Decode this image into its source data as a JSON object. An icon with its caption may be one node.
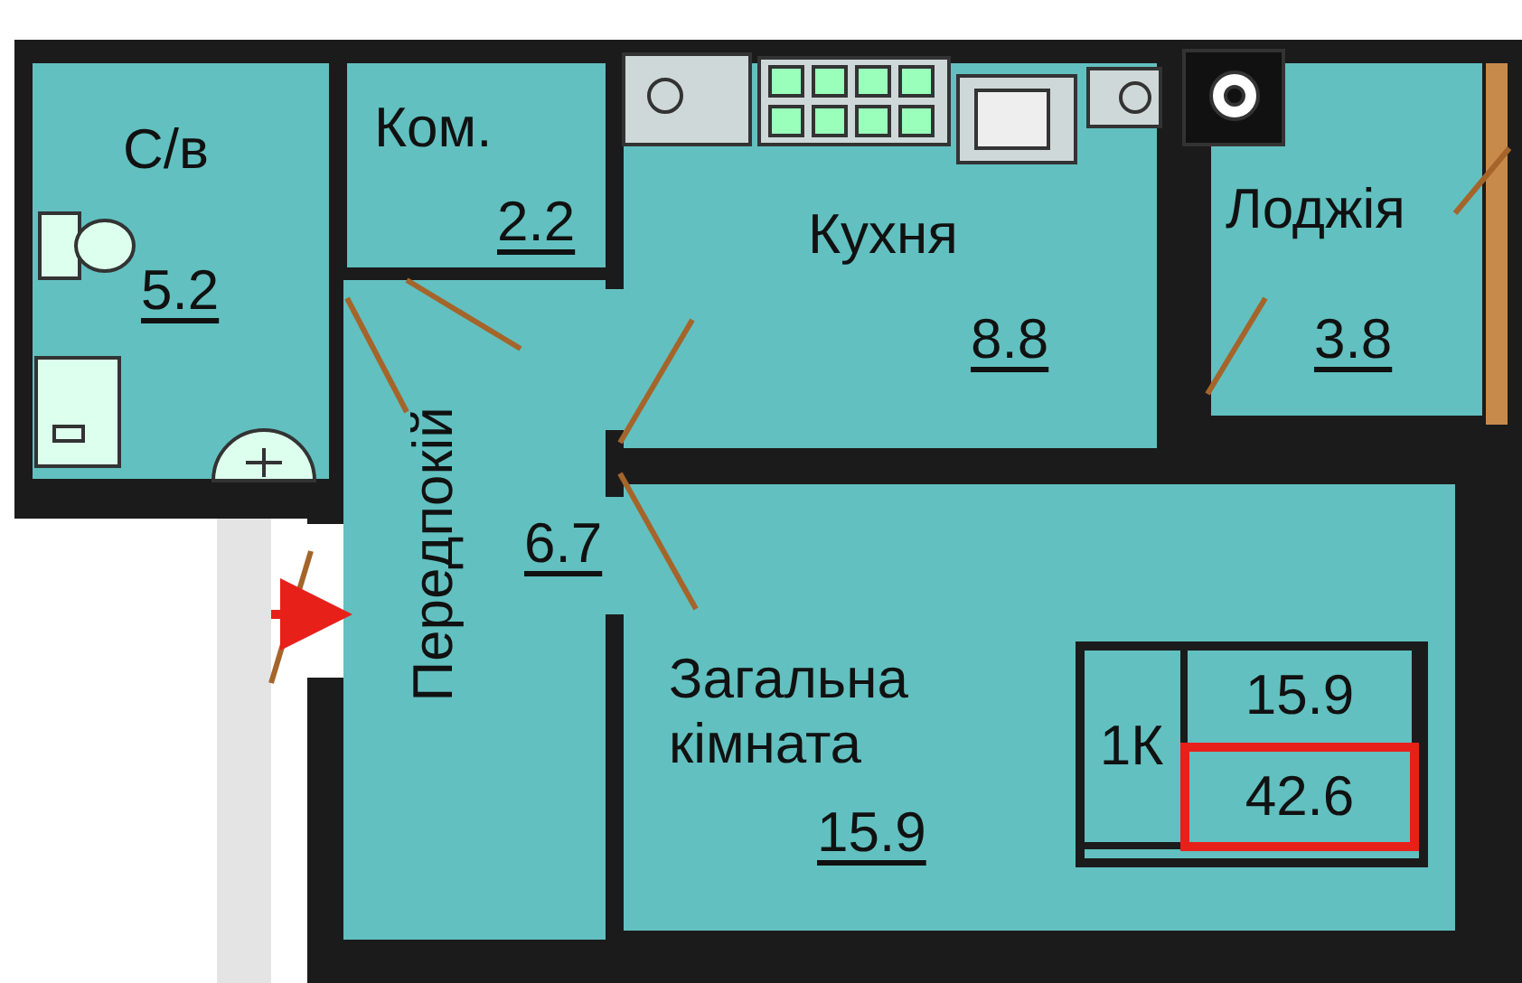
{
  "diagram": {
    "nodes": [
      {
        "text": [
          "С/в",
          "5.2"
        ]
      },
      {
        "text": [
          "Ком.",
          "2.2"
        ]
      },
      {
        "text": [
          "Кухня",
          "8.8"
        ]
      },
      {
        "text": [
          "Лоджія",
          "3.8"
        ]
      },
      {
        "text": [
          "Передпокій",
          "6.7"
        ]
      },
      {
        "text": [
          "Загальна кімната",
          "15.9"
        ]
      },
      {
        "text": [
          "1К",
          "15.9",
          "42.6"
        ],
        "in": 5
      },
      {
        "text": [],
        "shape": "box"
      }
    ],
    "edges": [
      {
        "from": 7,
        "to": 4,
        "arrow": "to",
        "color": "#e8201a"
      }
    ]
  }
}
